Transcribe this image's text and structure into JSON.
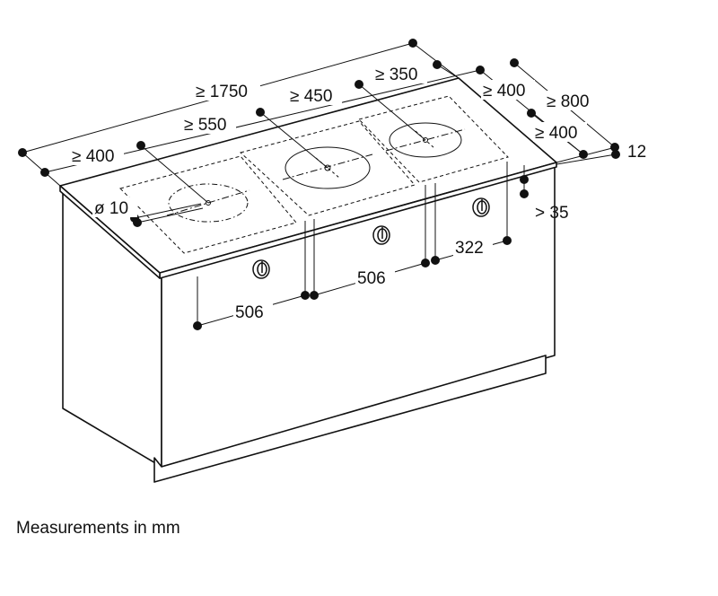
{
  "caption": "Measurements in mm",
  "labels": {
    "total_width": "≥ 1750",
    "left_clearance": "≥ 400",
    "first_zone": "≥ 550",
    "second_zone": "≥ 450",
    "third_zone": "≥ 350",
    "rear_clearance_top": "≥ 400",
    "depth_total": "≥ 800",
    "rear_clearance_side": "≥ 400",
    "worktop_thickness": "12",
    "hole_diameter": "ø 10",
    "front_distance": "> 35",
    "knob_depth": "322",
    "cutout_left": "506",
    "cutout_middle": "506"
  },
  "colors": {
    "line": "#111111",
    "background": "#ffffff"
  }
}
